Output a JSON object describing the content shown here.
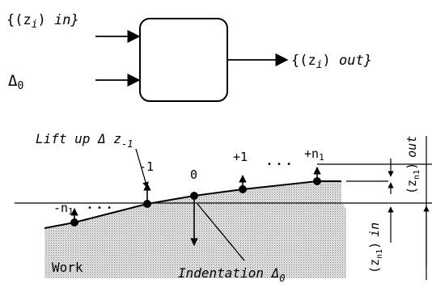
{
  "input_set": {
    "open": "{(z",
    "sub": "i",
    "close": ") ",
    "suffix": "in}"
  },
  "output_set": {
    "open": "{(z",
    "sub": "i",
    "close": ") ",
    "suffix": "out}"
  },
  "delta0": {
    "symbol": "Δ",
    "sub": "0"
  },
  "lift_up": {
    "text": "Lift up Δ z",
    "sub": "-1"
  },
  "indices": {
    "neg_n": "-n",
    "neg_n_sub": "1",
    "minus1": "-1",
    "zero": "0",
    "plus1": "+1",
    "pos_n": "+n",
    "pos_n_sub": "1",
    "dots": "• • •"
  },
  "work": "Work",
  "indentation": {
    "text": "Indentation Δ",
    "sub": "0"
  },
  "zn_out": {
    "open": "(z",
    "sub": "n1",
    "close": ")",
    "suffix": "out"
  },
  "zn_in": {
    "open": "(z",
    "sub": "n1",
    "close": ")",
    "suffix": "in"
  }
}
